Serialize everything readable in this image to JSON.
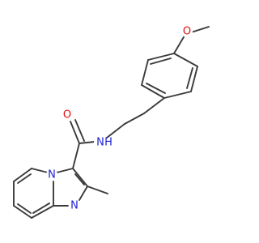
{
  "molecule": {
    "colors": {
      "bond": "#3b3b3b",
      "carbon": "#3b3b3b",
      "nitrogen": "#1f1fd4",
      "oxygen": "#e01010"
    },
    "atom_labels": {
      "methoxy_oxygen": "O",
      "amide_nitrogen": "N",
      "amide_hydrogen": "H",
      "carbonyl_oxygen": "O",
      "bridgehead_nitrogen": "N",
      "imidazole_nitrogen": "N"
    }
  }
}
